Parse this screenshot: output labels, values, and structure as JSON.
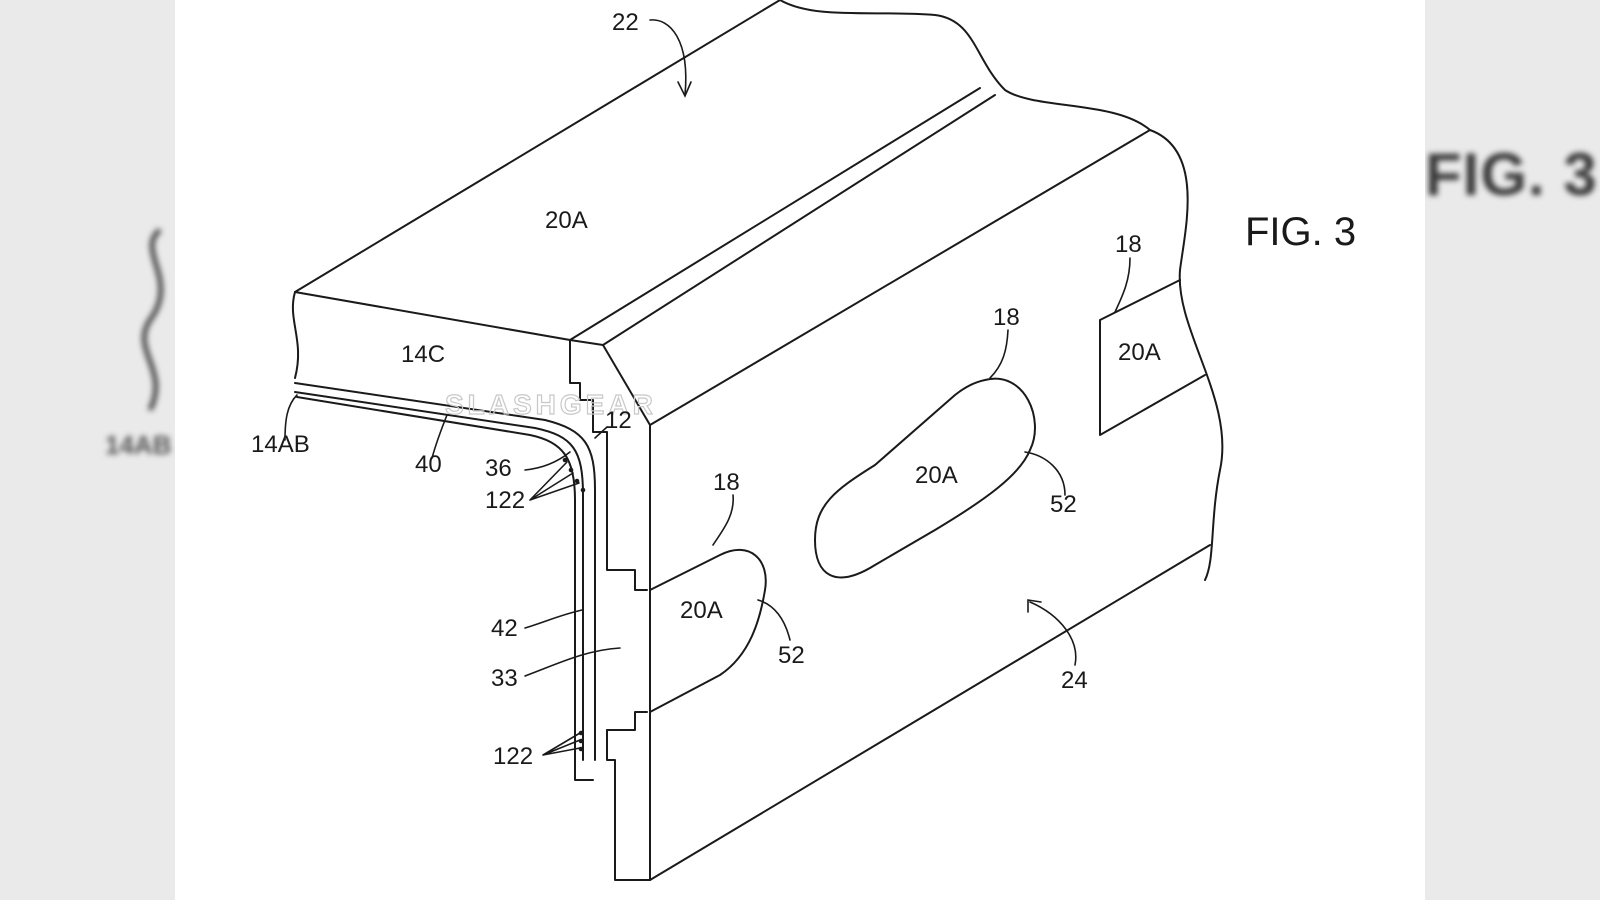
{
  "figure": {
    "title": "FIG. 3",
    "blurred_title": "FIG. 3",
    "blurred_left_label": "14AB"
  },
  "watermark": "SLASHGEAR",
  "reference_labels": {
    "r22": "22",
    "r20a_top": "20A",
    "r14c": "14C",
    "r14ab": "14AB",
    "r40": "40",
    "r12": "12",
    "r36": "36",
    "r122_top": "122",
    "r18_small": "18",
    "r20a_small": "20A",
    "r52_small": "52",
    "r42": "42",
    "r33": "33",
    "r122_bottom": "122",
    "r18_mid": "18",
    "r20a_mid": "20A",
    "r52_mid": "52",
    "r18_right": "18",
    "r20a_right": "20A",
    "r24": "24"
  },
  "colors": {
    "line": "#1a1a1a",
    "paper": "#ffffff",
    "side_panel": "#eaeaea"
  }
}
